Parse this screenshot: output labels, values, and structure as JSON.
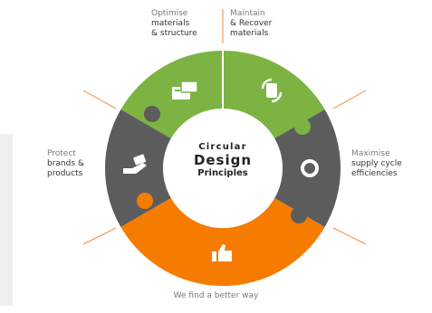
{
  "labels": {
    "top_left": {
      "sub": "Optimise",
      "main": "materials\n& structure"
    },
    "top_right": {
      "sub": "Maintain",
      "main": "& Recover\nmaterials"
    },
    "left": {
      "sub": "Protect",
      "main": "brands &\nproducts"
    },
    "right": {
      "sub": "Maximise",
      "main": "supply cycle\nefficiencies"
    },
    "bottom": "We find a better way"
  },
  "center": {
    "line1": "Circular",
    "line2": "Design",
    "line3": "Principles"
  },
  "colors": {
    "green": "#7cb342",
    "gray": "#5c5c5c",
    "orange": "#f57c00",
    "line": "#f0883c"
  },
  "icons": [
    "box-stack-icon",
    "recycle-roll-icon",
    "hand-tag-icon",
    "supply-cycle-icon",
    "thumbs-up-icon"
  ]
}
